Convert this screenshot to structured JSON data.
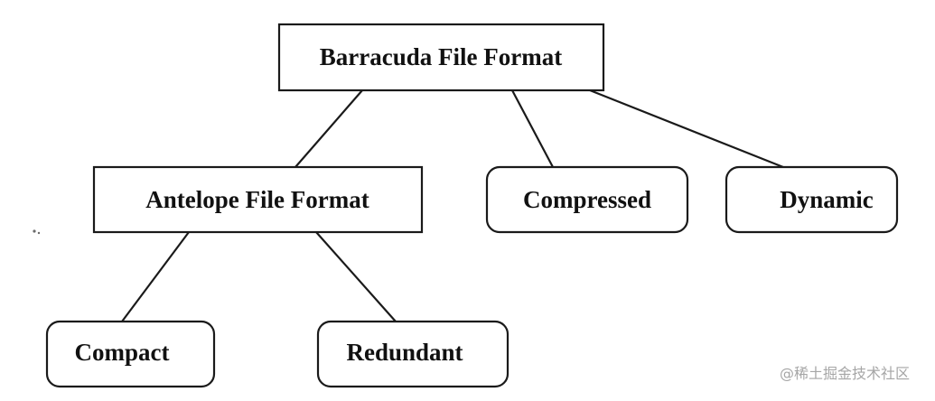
{
  "diagram": {
    "root": {
      "label": "Barracuda File Format"
    },
    "antelope": {
      "label": "Antelope File Format"
    },
    "compressed": {
      "label": "Compressed"
    },
    "dynamic": {
      "label": "Dynamic"
    },
    "compact": {
      "label": "Compact"
    },
    "redundant": {
      "label": "Redundant"
    }
  },
  "edges": [
    {
      "from": "Barracuda File Format",
      "to": "Antelope File Format"
    },
    {
      "from": "Barracuda File Format",
      "to": "Compressed"
    },
    {
      "from": "Barracuda File Format",
      "to": "Dynamic"
    },
    {
      "from": "Antelope File Format",
      "to": "Compact"
    },
    {
      "from": "Antelope File Format",
      "to": "Redundant"
    }
  ],
  "watermark": {
    "text": "@稀土掘金技术社区"
  }
}
